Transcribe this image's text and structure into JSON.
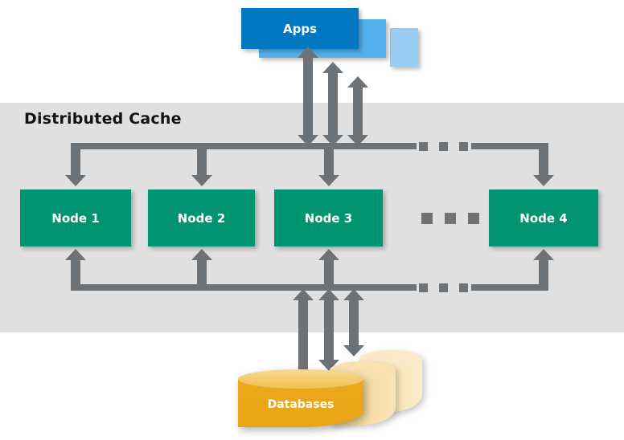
{
  "diagram": {
    "type": "architecture-diagram",
    "title": "Distributed Cache",
    "background_color": "#ffffff"
  },
  "cache_band": {
    "label": "Distributed Cache",
    "background_color": "#e0e0e0",
    "text_color": "#111111"
  },
  "apps": {
    "label": "Apps",
    "front_color": "#0078c1",
    "mid_color": "#55b0ed",
    "back_color": "#9bcdf3",
    "text_color": "#ffffff"
  },
  "nodes": {
    "color": "#009473",
    "text_color": "#ffffff",
    "items": [
      {
        "label": "Node 1"
      },
      {
        "label": "Node 2"
      },
      {
        "label": "Node 3"
      },
      {
        "label": "Node 4"
      }
    ],
    "ellipsis": "▪ ▪ ▪"
  },
  "databases": {
    "label": "Databases",
    "front_color": "#eaa81c",
    "mid_color": "#f3d288",
    "back_color": "#f7dfa8",
    "text_color": "#ffffff"
  },
  "connectors": {
    "color": "#6d7276",
    "top_bus_label": "apps-to-cache-bus",
    "bottom_bus_label": "cache-to-databases-bus",
    "ellipsis": "▪ ▪ ▪"
  }
}
